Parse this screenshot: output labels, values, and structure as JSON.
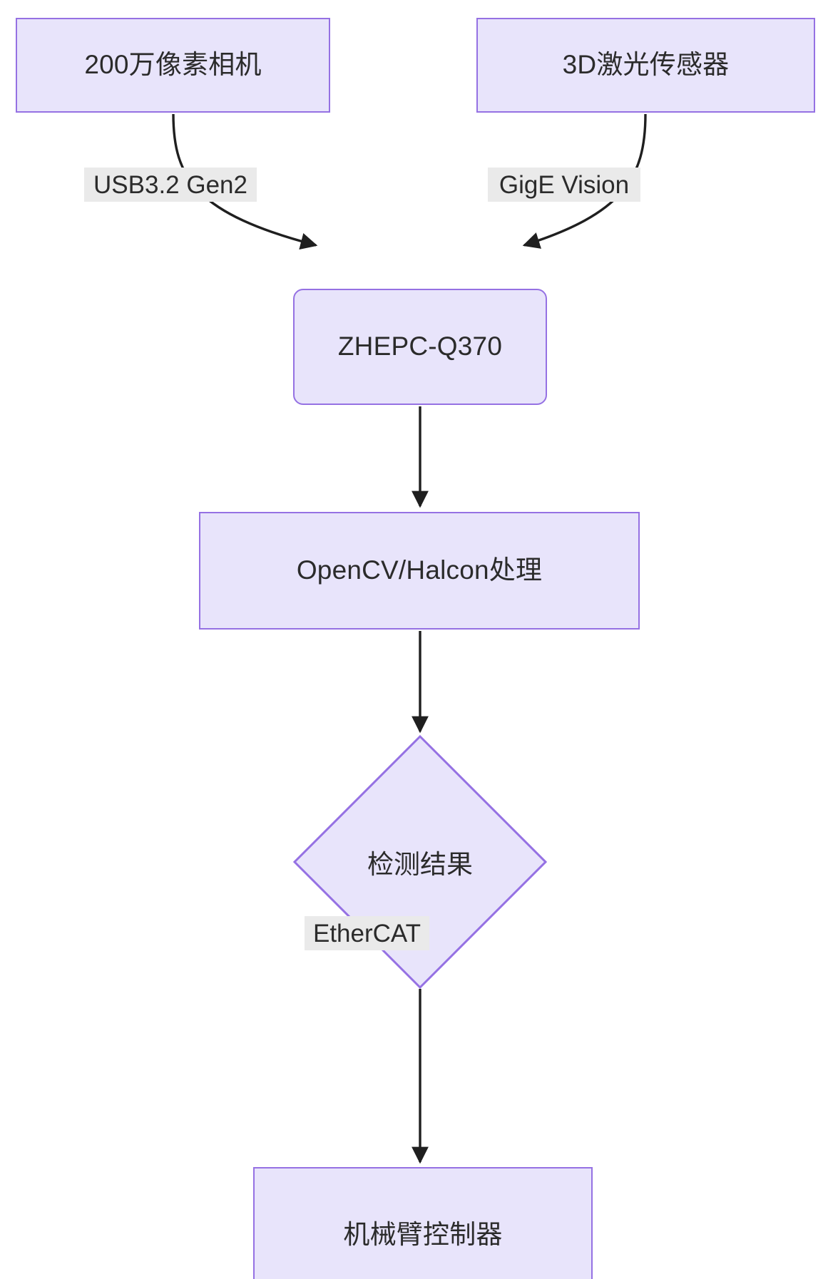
{
  "diagram": {
    "type": "flowchart",
    "direction": "top-down",
    "theme": {
      "node_fill": "#e8e4fb",
      "node_stroke": "#9571e3",
      "node_text": "#2b2b2b",
      "edge_stroke": "#1f1f1f",
      "edge_label_bg": "#eaeaea",
      "background": "#ffffff"
    },
    "nodes": [
      {
        "id": "camera",
        "label": "200万像素相机",
        "shape": "rect"
      },
      {
        "id": "laser",
        "label": "3D激光传感器",
        "shape": "rect"
      },
      {
        "id": "ipc",
        "label": "ZHEPC-Q370",
        "shape": "rounded-rect"
      },
      {
        "id": "processing",
        "label": "OpenCV/Halcon处理",
        "shape": "rect"
      },
      {
        "id": "result",
        "label": "检测结果",
        "shape": "diamond"
      },
      {
        "id": "controller",
        "label": "机械臂控制器",
        "shape": "rect"
      }
    ],
    "edges": [
      {
        "from": "camera",
        "to": "ipc",
        "label": "USB3.2 Gen2"
      },
      {
        "from": "laser",
        "to": "ipc",
        "label": "GigE Vision"
      },
      {
        "from": "ipc",
        "to": "processing",
        "label": ""
      },
      {
        "from": "processing",
        "to": "result",
        "label": ""
      },
      {
        "from": "result",
        "to": "controller",
        "label": "EtherCAT"
      }
    ],
    "edge_labels": [
      {
        "id": "usb",
        "text": "USB3.2 Gen2"
      },
      {
        "id": "gige",
        "text": "GigE Vision"
      },
      {
        "id": "ethercat",
        "text": "EtherCAT"
      }
    ]
  }
}
